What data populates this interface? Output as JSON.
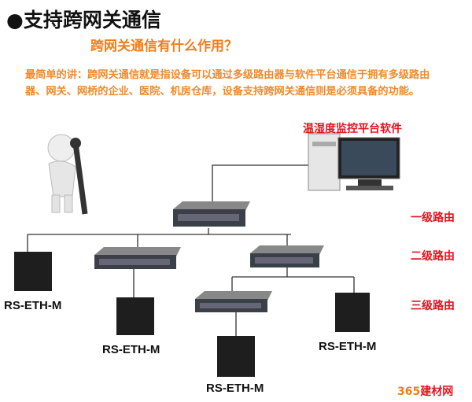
{
  "title": "●支持跨网关通信",
  "subtitle": "跨网关通信有什么作用？",
  "description": "最简单的讲：跨网关通信就是指设备可以通过多级路由器与软件平台通信于拥有多级路由器、网关、网桥的企业、医院、机房仓库，设备支持跨网关通信则是必须具备的功能。",
  "software_label": "温湿度监控平台软件",
  "levels": [
    "一级路由",
    "二级路由",
    "三级路由"
  ],
  "devices": [
    "RS-ETH-M",
    "RS-ETH-M",
    "RS-ETH-M",
    "RS-ETH-M"
  ],
  "watermark": {
    "number": "365",
    "text": "建材网"
  },
  "colors": {
    "accent": "#f07d1a",
    "red": "#e0141e"
  }
}
